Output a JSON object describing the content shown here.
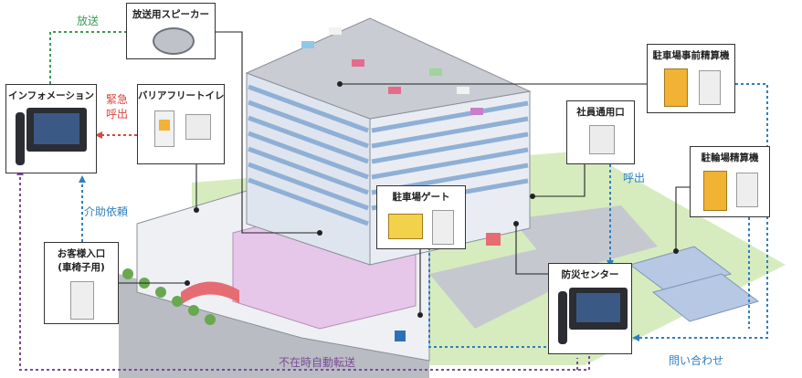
{
  "boxes": {
    "broadcast_speaker": "放送用スピーカー",
    "information": "インフォメーション",
    "barrier_free_toilet": "バリアフリートイレ",
    "customer_entrance_title": "お客様入口",
    "customer_entrance_sub": "(車椅子用)",
    "parking_prepay": "駐車場事前精算機",
    "staff_entrance": "社員通用口",
    "bicycle_parking": "駐輪場精算機",
    "parking_gate": "駐車場ゲート",
    "disaster_center": "防災センター"
  },
  "labels": {
    "broadcast": "放送",
    "emergency_line1": "緊急",
    "emergency_line2": "呼出",
    "assistance": "介助依頼",
    "call": "呼出",
    "absent_transfer": "不在時自動転送",
    "inquiry": "問い合わせ"
  },
  "colors": {
    "broadcast": "#3a9a55",
    "emergency": "#d8463c",
    "call": "#2f7fc0",
    "transfer": "#7a4b98",
    "lawn": "#d6ecbf",
    "building": "#e9edf3",
    "window": "#8fb0d6",
    "atrium": "#e6c7e9"
  }
}
